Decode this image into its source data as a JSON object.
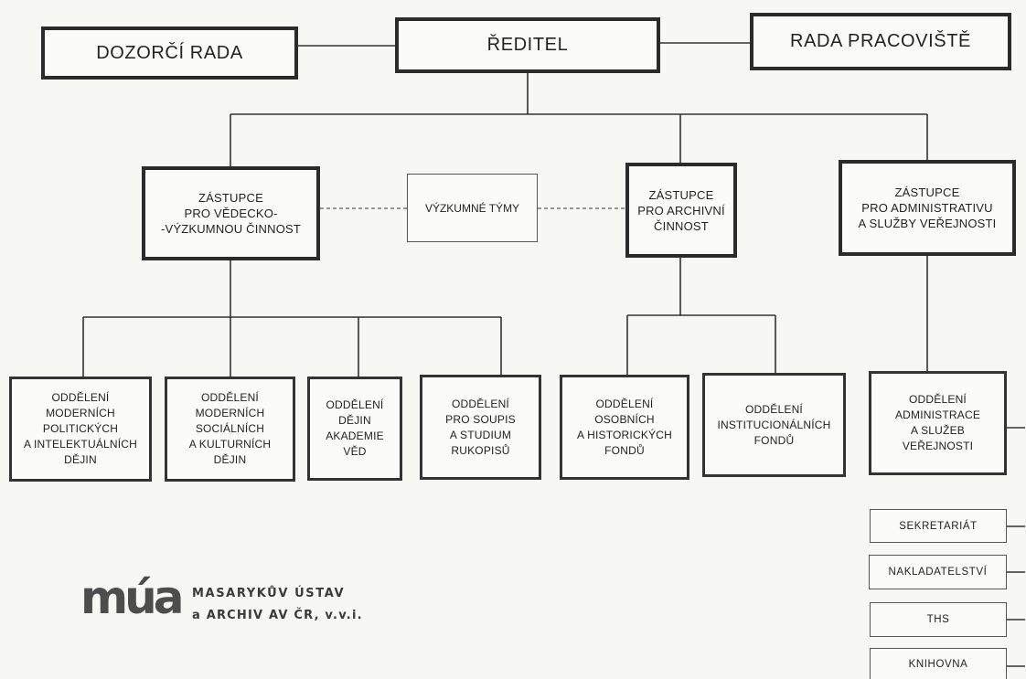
{
  "top": {
    "supervisory_board": "DOZORČÍ RADA",
    "director": "ŘEDITEL",
    "workplace_council": "RADA PRACOVIŠTĚ"
  },
  "deputies": {
    "research": [
      "ZÁSTUPCE",
      "PRO VĚDECKO-",
      "-VÝZKUMNOU ČINNOST"
    ],
    "research_teams": "VÝZKUMNÉ TÝMY",
    "archive": [
      "ZÁSTUPCE",
      "PRO ARCHIVNÍ",
      "ČINNOST"
    ],
    "administration": [
      "ZÁSTUPCE",
      "PRO ADMINISTRATIVU",
      "A SLUŽBY VEŘEJNOSTI"
    ]
  },
  "departments": {
    "political": [
      "ODDĚLENÍ",
      "MODERNÍCH",
      "POLITICKÝCH",
      "A INTELEKTUÁLNÍCH",
      "DĚJIN"
    ],
    "social": [
      "ODDĚLENÍ",
      "MODERNÍCH",
      "SOCIÁLNÍCH",
      "A KULTURNÍCH",
      "DĚJIN"
    ],
    "academy": [
      "ODDĚLENÍ",
      "DĚJIN",
      "AKADEMIE",
      "VĚD"
    ],
    "manuscripts": [
      "ODDĚLENÍ",
      "PRO SOUPIS",
      "A STUDIUM",
      "RUKOPISŮ"
    ],
    "personal_funds": [
      "ODDĚLENÍ",
      "OSOBNÍCH",
      "A HISTORICKÝCH",
      "FONDŮ"
    ],
    "institutional_funds": [
      "ODDĚLENÍ",
      "INSTITUCIONÁLNÍCH",
      "FONDŮ"
    ],
    "administration": [
      "ODDĚLENÍ",
      "ADMINISTRACE",
      "A SLUŽEB",
      "VEŘEJNOSTI"
    ]
  },
  "units": [
    "SEKRETARIÁT",
    "NAKLADATELSTVÍ",
    "THS",
    "KNIHOVNA"
  ],
  "logo": {
    "mark": "múa",
    "line1": "MASARYKŮV ÚSTAV",
    "line2": "a ARCHIV AV ČR, v.v.i."
  }
}
